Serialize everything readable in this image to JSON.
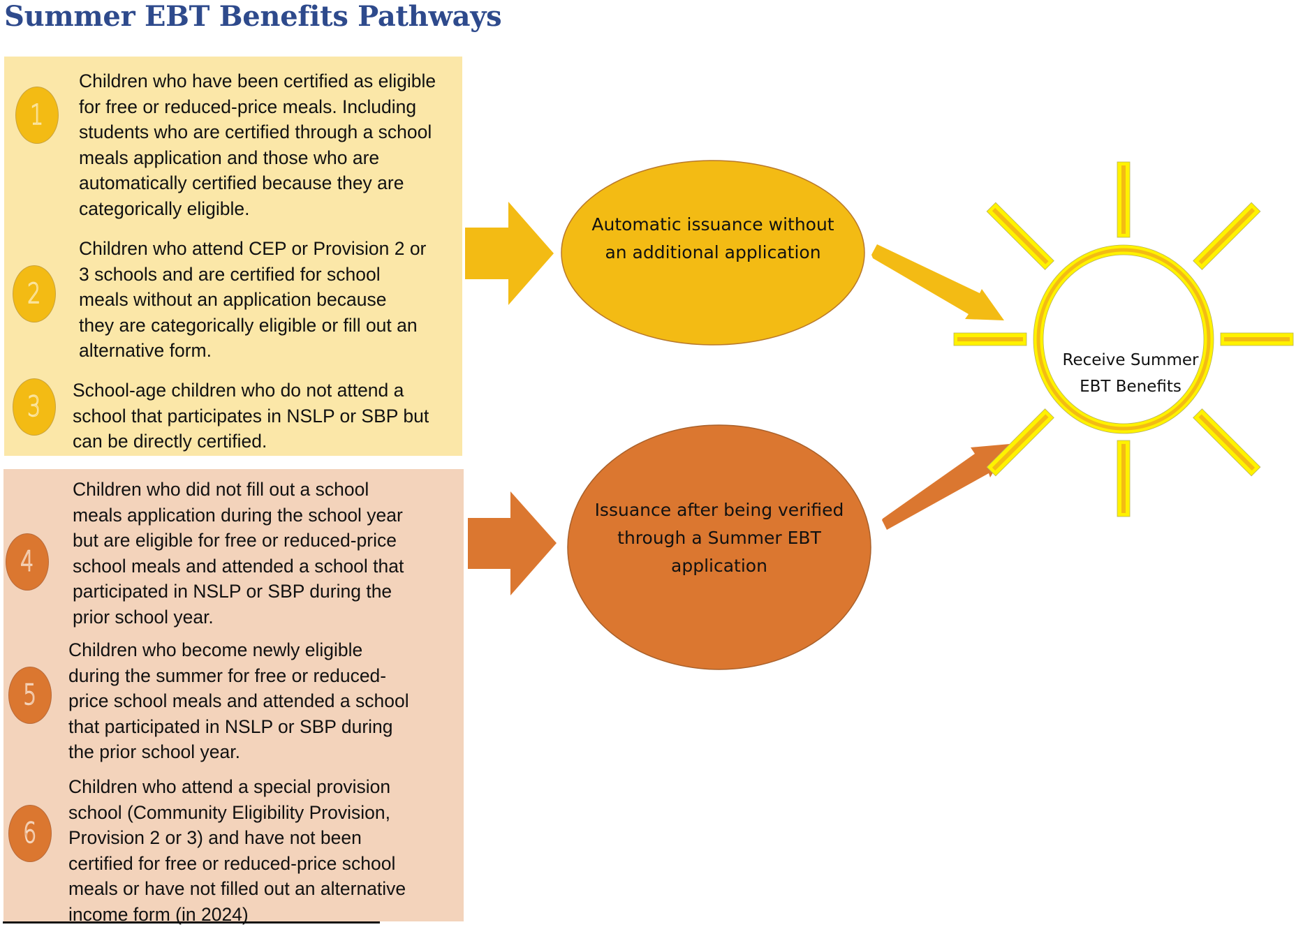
{
  "title": "Summer EBT Benefits Pathways",
  "groups": {
    "automatic": {
      "items": [
        {
          "number": "1",
          "text": "Children who have been certified as eligible\nfor free or reduced-price meals. Including\nstudents who are certified through a school\nmeals application and those who are\nautomatically certified because they are\ncategorically eligible."
        },
        {
          "number": "2",
          "text": "Children who attend CEP or Provision 2 or\n3 schools and are certified for school\nmeals without an application because\nthey are categorically eligible or fill out an\nalternative form."
        },
        {
          "number": "3",
          "text": "School-age children who do not attend a\nschool that participates in NSLP or SBP but\ncan be directly certified."
        }
      ],
      "outcome": "Automatic issuance without\nan additional application",
      "color": "#F3BB14",
      "background": "#FBE7A8"
    },
    "application": {
      "items": [
        {
          "number": "4",
          "text": "Children who did not fill out a school\nmeals application during the school year\nbut are eligible for free or reduced-price\nschool meals and attended a school that\nparticipated in NSLP or SBP during the\nprior school year."
        },
        {
          "number": "5",
          "text": "Children who become newly eligible\nduring the summer for free or reduced-\nprice school meals and attended a school\nthat participated in NSLP or SBP during\nthe prior school year."
        },
        {
          "number": "6",
          "text": "Children who attend a special provision\nschool (Community Eligibility Provision,\nProvision 2 or 3) and have not been\ncertified for free or reduced-price school\nmeals or have not filled out an alternative\nincome form (in 2024)"
        }
      ],
      "outcome": "Issuance after being verified\nthrough a Summer EBT\napplication",
      "color": "#DB7730",
      "background": "#F3D3BB"
    }
  },
  "result": {
    "label": "Receive Summer\nEBT Benefits",
    "icon": "sun-icon",
    "ray_color": "#FFF200",
    "ray_inner_color": "#F3BB14"
  },
  "colors": {
    "title": "#2E4A8C",
    "gold": "#F3BB14",
    "orange": "#DB7730"
  }
}
